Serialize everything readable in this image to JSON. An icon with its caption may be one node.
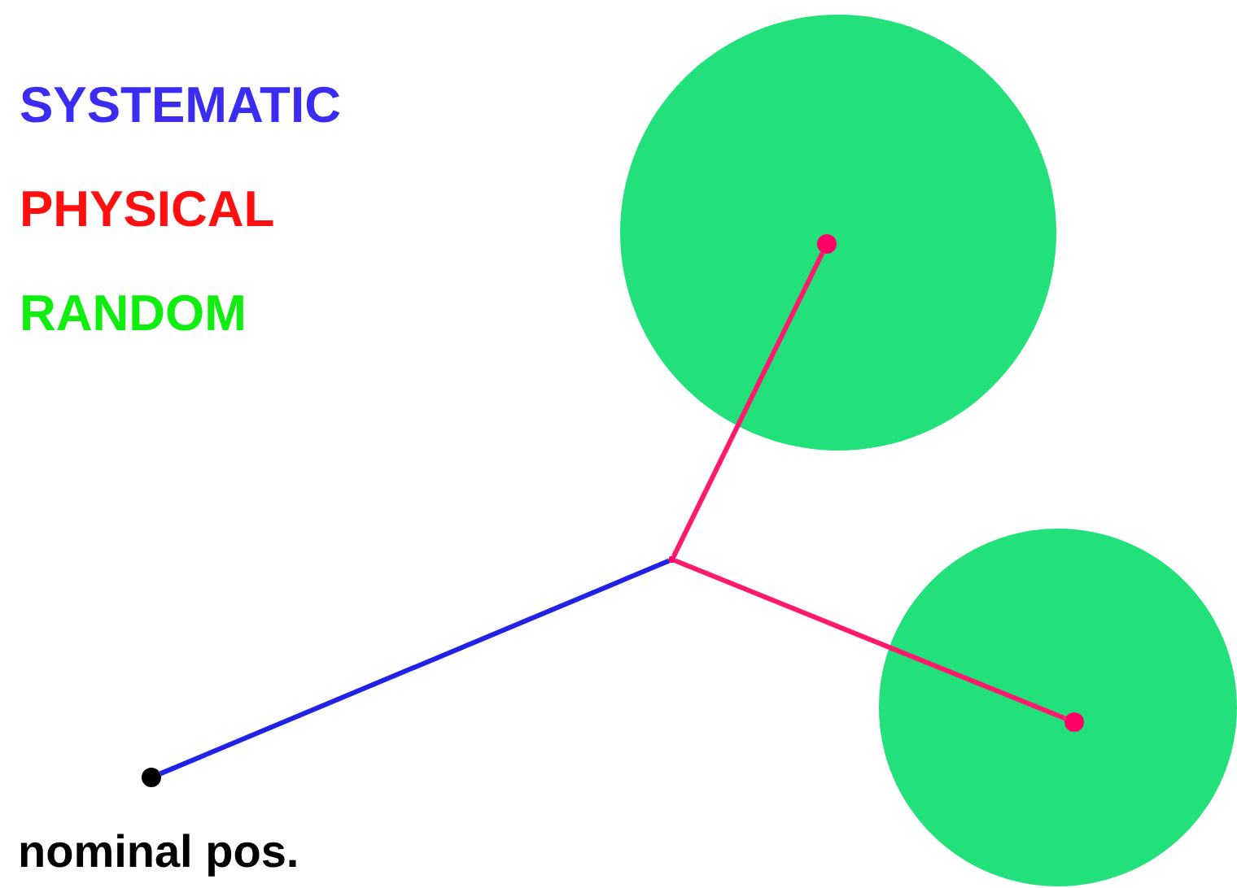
{
  "diagram": {
    "nodes": [
      {
        "text": [],
        "shape": "circle"
      },
      {
        "text": [],
        "shape": "circle",
        "in": 0
      },
      {
        "text": [],
        "shape": "circle"
      },
      {
        "text": [],
        "shape": "circle",
        "in": 2
      },
      {
        "text": [],
        "shape": "circle",
        "beside": [
          "nominal pos."
        ]
      },
      {
        "text": [],
        "shape": "point"
      }
    ],
    "edges": [
      {
        "from": 4,
        "to": 5,
        "arrow": "none",
        "color": "#2222e6"
      },
      {
        "from": 5,
        "to": 1,
        "arrow": "none"
      },
      {
        "from": 5,
        "to": 3,
        "arrow": "none"
      }
    ],
    "legend": [
      {
        "text": "SYSTEMATIC",
        "color": "#3a2cf0"
      },
      {
        "text": "PHYSICAL",
        "color": "#ff1010"
      },
      {
        "text": "RANDOM",
        "color": "#10ee10"
      }
    ]
  }
}
